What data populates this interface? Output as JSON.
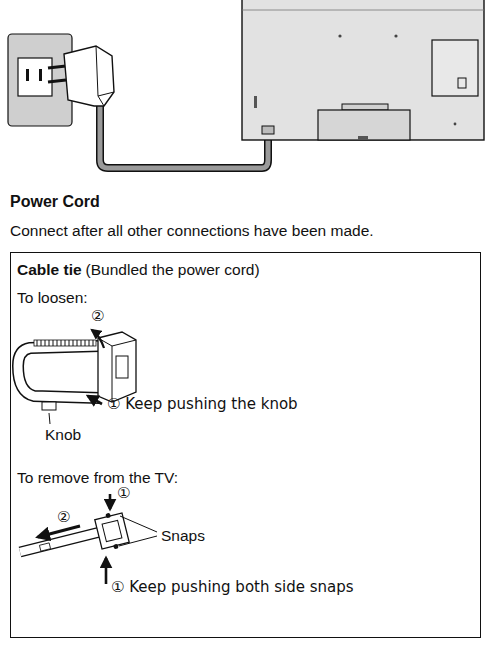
{
  "diagram": {
    "title": "Power Cord",
    "nodes": [
      {
        "text": [
          "Cable tie",
          "(Bundled the power cord)",
          "To loosen:",
          "②",
          "① Keep pushing the knob",
          "Knob",
          "To remove from the TV:",
          "①",
          "②",
          "Snaps",
          "① Keep pushing both side snaps"
        ]
      }
    ],
    "labels": [
      "Connect after all other connections have been made."
    ]
  }
}
